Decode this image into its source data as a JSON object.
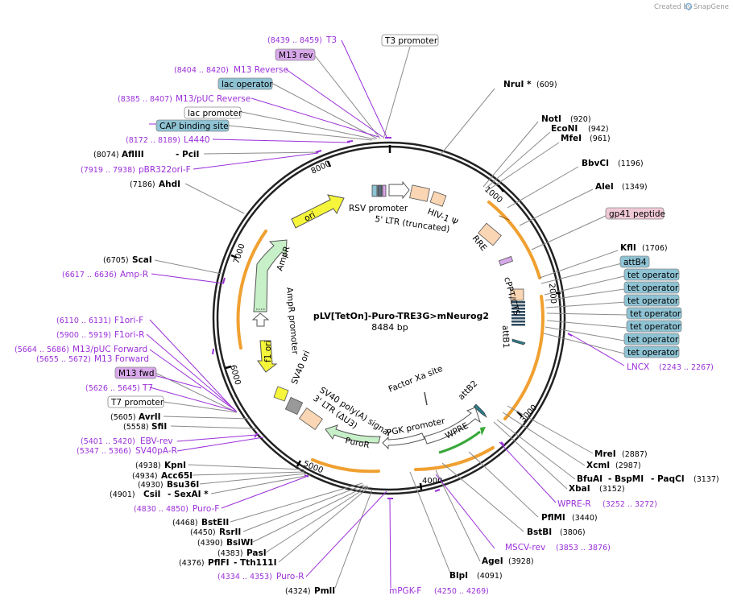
{
  "header": {
    "created_by": "Created by",
    "brand": "SnapGene"
  },
  "plasmid": {
    "name": "pLV[TetOn]-Puro-TRE3G>mNeurog2",
    "length": "8484 bp"
  },
  "ticks": [
    "1000",
    "2000",
    "3000",
    "4000",
    "5000",
    "6000",
    "7000",
    "8000"
  ],
  "right_labels": [
    {
      "name": "NruI *",
      "pos": "(609)"
    },
    {
      "name": "NotI",
      "pos": "(920)"
    },
    {
      "name": "EcoNI",
      "pos": "(942)"
    },
    {
      "name": "MfeI",
      "pos": "(961)"
    },
    {
      "name": "BbvCI",
      "pos": "(1196)"
    },
    {
      "name": "AleI",
      "pos": "(1349)"
    },
    {
      "name": "KflI",
      "pos": "(1706)"
    },
    {
      "name": "MreI",
      "pos": "(2887)"
    },
    {
      "name": "XcmI",
      "pos": "(2987)"
    },
    {
      "name": "BfuAI",
      "name2": "- BspMI",
      "name3": "- PaqCI",
      "pos": "(3137)"
    },
    {
      "name": "XbaI",
      "pos": "(3152)"
    },
    {
      "name": "PflMI",
      "pos": "(3440)"
    },
    {
      "name": "BstBI",
      "pos": "(3806)"
    },
    {
      "name": "AgeI",
      "pos": "(3928)"
    },
    {
      "name": "BlpI",
      "pos": "(4091)"
    }
  ],
  "right_boxes": [
    "gp41 peptide",
    "attB4",
    "tet operator",
    "tet operator",
    "tet operator",
    "tet operator",
    "tet operator",
    "tet operator",
    "tet operator"
  ],
  "right_primers": [
    {
      "name": "LNCX",
      "pos": "(2243 .. 2267)"
    },
    {
      "name": "WPRE-R",
      "pos": "(3252 .. 3272)"
    },
    {
      "name": "MSCV-rev",
      "pos": "(3853 .. 3876)"
    }
  ],
  "bottom_primer": {
    "name": "mPGK-F",
    "pos": "(4250 .. 4269)"
  },
  "left_labels": [
    {
      "name": "AflIII",
      "name2": "- PciI",
      "pos": "(8074)"
    },
    {
      "name": "AhdI",
      "pos": "(7186)"
    },
    {
      "name": "ScaI",
      "pos": "(6705)"
    },
    {
      "name": "AvrII",
      "pos": "(5605)"
    },
    {
      "name": "SfiI",
      "pos": "(5558)"
    },
    {
      "name": "KpnI",
      "pos": "(4938)"
    },
    {
      "name": "Acc65I",
      "pos": "(4934)"
    },
    {
      "name": "Bsu36I",
      "pos": "(4930)"
    },
    {
      "name": "CsiI",
      "name2": "- SexAI *",
      "pos": "(4901)"
    },
    {
      "name": "BstEII",
      "pos": "(4468)"
    },
    {
      "name": "RsrII",
      "pos": "(4450)"
    },
    {
      "name": "BsiWI",
      "pos": "(4390)"
    },
    {
      "name": "PasI",
      "pos": "(4383)"
    },
    {
      "name": "PflFI",
      "name2": "- Tth111I",
      "pos": "(4376)"
    },
    {
      "name": "PmlI",
      "pos": "(4324)"
    }
  ],
  "left_primers": [
    {
      "name": "T3",
      "pos": "(8439 .. 8459)"
    },
    {
      "name": "M13 Reverse",
      "pos": "(8404 .. 8420)"
    },
    {
      "name": "M13/pUC Reverse",
      "pos": "(8385 .. 8407)"
    },
    {
      "name": "L4440",
      "pos": "(8172 .. 8189)"
    },
    {
      "name": "pBR322ori-F",
      "pos": "(7919 .. 7938)"
    },
    {
      "name": "Amp-R",
      "pos": "(6617 .. 6636)"
    },
    {
      "name": "F1ori-F",
      "pos": "(6110 .. 6131)"
    },
    {
      "name": "F1ori-R",
      "pos": "(5900 .. 5919)"
    },
    {
      "name": "M13/pUC Forward",
      "pos": "(5664 .. 5686)"
    },
    {
      "name": "M13 Forward",
      "pos": "(5655 .. 5672)"
    },
    {
      "name": "T7",
      "pos": "(5626 .. 5645)"
    },
    {
      "name": "EBV-rev",
      "pos": "(5401 .. 5420)"
    },
    {
      "name": "SV40pA-R",
      "pos": "(5347 .. 5366)"
    },
    {
      "name": "Puro-F",
      "pos": "(4830 .. 4850)"
    },
    {
      "name": "Puro-R",
      "pos": "(4334 .. 4353)"
    }
  ],
  "left_boxes": [
    "T3 promoter",
    "M13 rev",
    "lac operator",
    "lac promoter",
    "CAP binding site",
    "M13 fwd",
    "T7 promoter"
  ],
  "inner_features": [
    "RSV promoter",
    "5' LTR (truncated)",
    "HIV-1 Ψ",
    "RRE",
    "cPPT/CTS",
    "attB1",
    "attB2",
    "WPRE",
    "PGK promoter",
    "PuroR",
    "SV40 poly(A) signal",
    "3' LTR (ΔU3)",
    "SV40 ori",
    "f1 ori",
    "AmpR promoter",
    "AmpR",
    "ori",
    "Factor Xa site"
  ],
  "colors": {
    "primer": "#9b30d9",
    "box_blue": "#8ec3d4",
    "box_purple": "#d8a8ea",
    "box_pink": "#f0c9d6",
    "promoter_green": "#c8f0c8",
    "ori_yellow": "#f5f53a",
    "orf_peach": "#fbd6b4",
    "arc_orange": "#f0a030"
  }
}
